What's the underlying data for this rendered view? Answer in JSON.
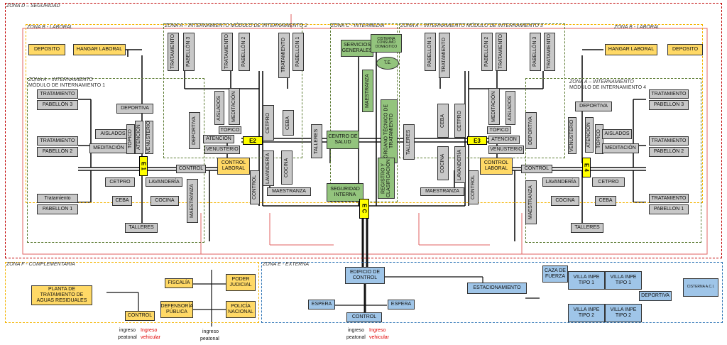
{
  "zones": {
    "d": "ZONA D – SEGURIDAD",
    "b_left": "ZONA B - LABORAL",
    "b_right": "ZONA B - LABORAL",
    "a2": "ZONA A – INTERNAMIENTO MÓDULO DE INTERNAMIENTO 2",
    "c": "ZONA C - INTERMEDIA",
    "a3": "ZONA A – INTERNAMIENTO MÓDULO DE INTERNAMIENTO 3",
    "a1": "ZONA A – INTERNAMIENTO",
    "a1_sub": "MÓDULO DE INTERNAMIENTO 1",
    "a4": "ZONA A – INTERNAMIENTO",
    "a4_sub": "MÓDULO DE INTERNAMIENTO 4",
    "f": "ZONA F - COMPLEMENTARIA",
    "e": "ZONA E - EXTERNA"
  },
  "labels": {
    "deposito": "DEPOSITO",
    "hangar": "HANGAR LABORAL",
    "tratamiento": "TRATAMIENTO",
    "tratamiento_cap": "Tratamiento",
    "pabellon1": "PABELLON 1",
    "pabellon2": "PABELLÓN 2",
    "pabellon3": "PABELLÓN 3",
    "pabellon3b": "PABELLON 3",
    "deportiva": "DEPORTIVA",
    "aislados": "AISLADOS",
    "meditacion": "MEDITACIÓN",
    "atencion": "ATENCIÓN",
    "venusterio": "VENUSTERIO",
    "topico": "TÓPICO",
    "control": "CONTROL",
    "cetpro": "CETPRO",
    "lavanderia": "LAVANDERÍA",
    "ceba": "CEBA",
    "cocina": "COCINA",
    "maestranza": "MAESTRANZA",
    "talleres": "TALLERES",
    "control_laboral": "CONTROL LABORAL",
    "servicios": "SERVICIOS GENERALES",
    "cisterna": "CISTERNA CONSUMO DOMESTICO",
    "te": "T.E.",
    "centro_salud": "CENTRO DE SALUD",
    "organo": "ÓRGANO TÉCNICO DE TRATAMIENTO",
    "registro": "REGISTRO Y CLASIFICACIÓN",
    "seguridad": "SEGURIDAD INTERNA",
    "planta": "PLANTA DE TRATAMIENTO DE AGUAS RESIDUALES",
    "fiscalia": "FISCALÍA",
    "poder_judicial": "PODER JUDICIAL",
    "defensoria": "DEFENSORÍA PÚBLICA",
    "policia": "POLICÍA NACIONAL",
    "edificio_control": "EDIFICIO DE CONTROL",
    "espera": "ESPERA",
    "estacionamiento": "ESTACIONAMIENTO",
    "caza": "CAZA DE FUERZA",
    "villa1": "VILLA INPE TIPO 1",
    "villa2": "VILLA INPE TIPO 2",
    "cisterna_aci": "CISTERNA A.C.I.",
    "ingreso": "ingreso",
    "peatonal": "peatonal",
    "ingreso_cap": "Ingreso",
    "vehicular": "vehicular"
  },
  "gates": {
    "e1": "E 1",
    "e2": "E2",
    "e3": "E3",
    "e4": "E 4",
    "ec": "E C"
  },
  "colors": {
    "yellow": "#ffd966",
    "gray": "#c8c8c8",
    "green": "#93c47d",
    "blue": "#9fc5e8",
    "zoneD": "#c00000",
    "zoneE": "#2e75b6",
    "zoneF": "#f4b400"
  }
}
